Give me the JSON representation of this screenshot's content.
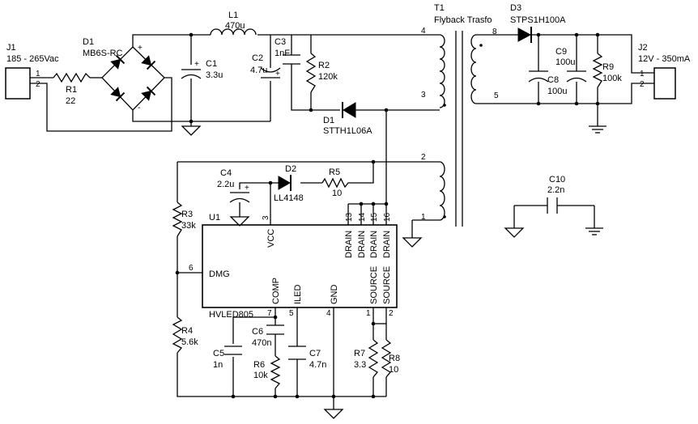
{
  "components": {
    "J1": {
      "ref": "J1",
      "value": "185 - 265Vac",
      "pins": [
        "1",
        "2"
      ]
    },
    "R1": {
      "ref": "R1",
      "value": "22"
    },
    "D1_bridge": {
      "ref": "D1",
      "value": "MB6S-RC",
      "plus": "+",
      "minus": "-"
    },
    "L1": {
      "ref": "L1",
      "value": "470u"
    },
    "C1": {
      "ref": "C1",
      "value": "3.3u",
      "plus": "+"
    },
    "C2": {
      "ref": "C2",
      "value": "4.7u",
      "plus": "+"
    },
    "C3": {
      "ref": "C3",
      "value": "1nF"
    },
    "R2": {
      "ref": "R2",
      "value": "120k"
    },
    "D1_clamp": {
      "ref": "D1",
      "value": "STTH1L06A"
    },
    "T1": {
      "ref": "T1",
      "value": "Flyback Trasfo",
      "pins": [
        "4",
        "3",
        "2",
        "1",
        "8",
        "5"
      ]
    },
    "D3": {
      "ref": "D3",
      "value": "STPS1H100A"
    },
    "C9": {
      "ref": "C9",
      "value": "100u"
    },
    "C8": {
      "ref": "C8",
      "value": "100u"
    },
    "R9": {
      "ref": "R9",
      "value": "100k"
    },
    "J2": {
      "ref": "J2",
      "value": "12V - 350mA",
      "pins": [
        "1",
        "2"
      ]
    },
    "C4": {
      "ref": "C4",
      "value": "2.2u",
      "plus": "+"
    },
    "D2": {
      "ref": "D2",
      "value": "LL4148"
    },
    "R5": {
      "ref": "R5",
      "value": "10"
    },
    "C10": {
      "ref": "C10",
      "value": "2.2n"
    },
    "R3": {
      "ref": "R3",
      "value": "33k"
    },
    "R4": {
      "ref": "R4",
      "value": "5.6k"
    },
    "U1": {
      "ref": "U1",
      "value": "HVLED805",
      "pin_names": {
        "vcc": "VCC",
        "dmg": "DMG",
        "comp": "COMP",
        "iled": "ILED",
        "gnd": "GND",
        "drain": "DRAIN",
        "source": "SOURCE"
      },
      "pin_numbers": {
        "vcc": "3",
        "dmg": "6",
        "comp": "7",
        "iled": "5",
        "gnd": "4",
        "drain": [
          "13",
          "14",
          "15",
          "16"
        ],
        "source": [
          "1",
          "2"
        ]
      }
    },
    "C5": {
      "ref": "C5",
      "value": "1n"
    },
    "C6": {
      "ref": "C6",
      "value": "470n"
    },
    "R6": {
      "ref": "R6",
      "value": "10k"
    },
    "C7": {
      "ref": "C7",
      "value": "4.7n"
    },
    "R7": {
      "ref": "R7",
      "value": "3.3"
    },
    "R8": {
      "ref": "R8",
      "value": "10"
    }
  }
}
